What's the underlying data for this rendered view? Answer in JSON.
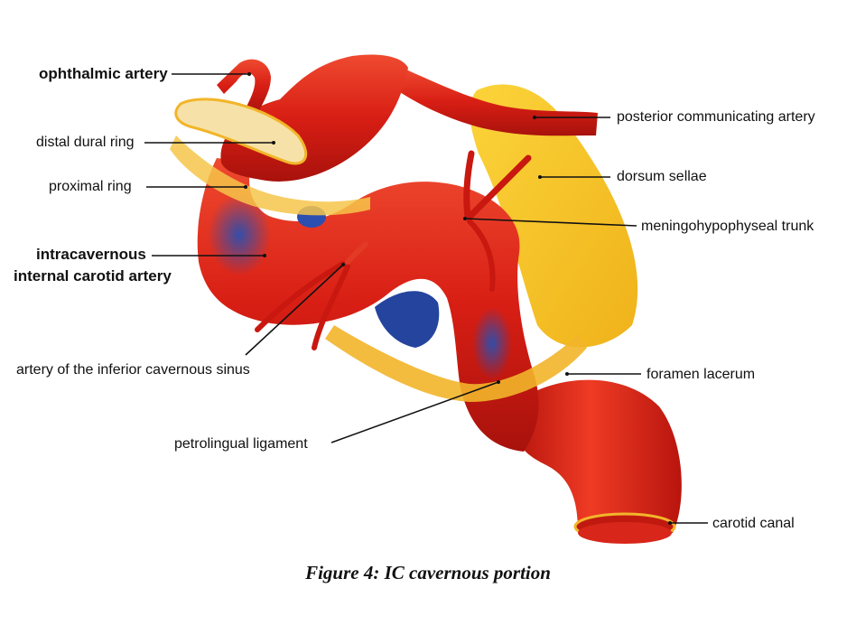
{
  "labels": {
    "ophthalmic_artery": "ophthalmic artery",
    "distal_dural_ring": "distal dural ring",
    "proximal_ring": "proximal ring",
    "intracavernous_line1": "intracavernous",
    "intracavernous_line2": "internal carotid artery",
    "artery_inferior_cavernous_sinus": "artery of the inferior cavernous sinus",
    "petrolingual_ligament": "petrolingual ligament",
    "posterior_communicating_artery": "posterior communicating artery",
    "dorsum_sellae": "dorsum sellae",
    "meningohypophyseal_trunk": "meningohypophyseal trunk",
    "foramen_lacerum": "foramen lacerum",
    "carotid_canal": "carotid canal"
  },
  "caption": "Figure 4: IC cavernous portion",
  "colors": {
    "artery": "#d81e14",
    "artery_dark": "#a8120c",
    "vein_blue": "#2a4fb0",
    "ligament": "#f2b52a",
    "dorsum": "#f7c51c",
    "leader": "#111111"
  }
}
